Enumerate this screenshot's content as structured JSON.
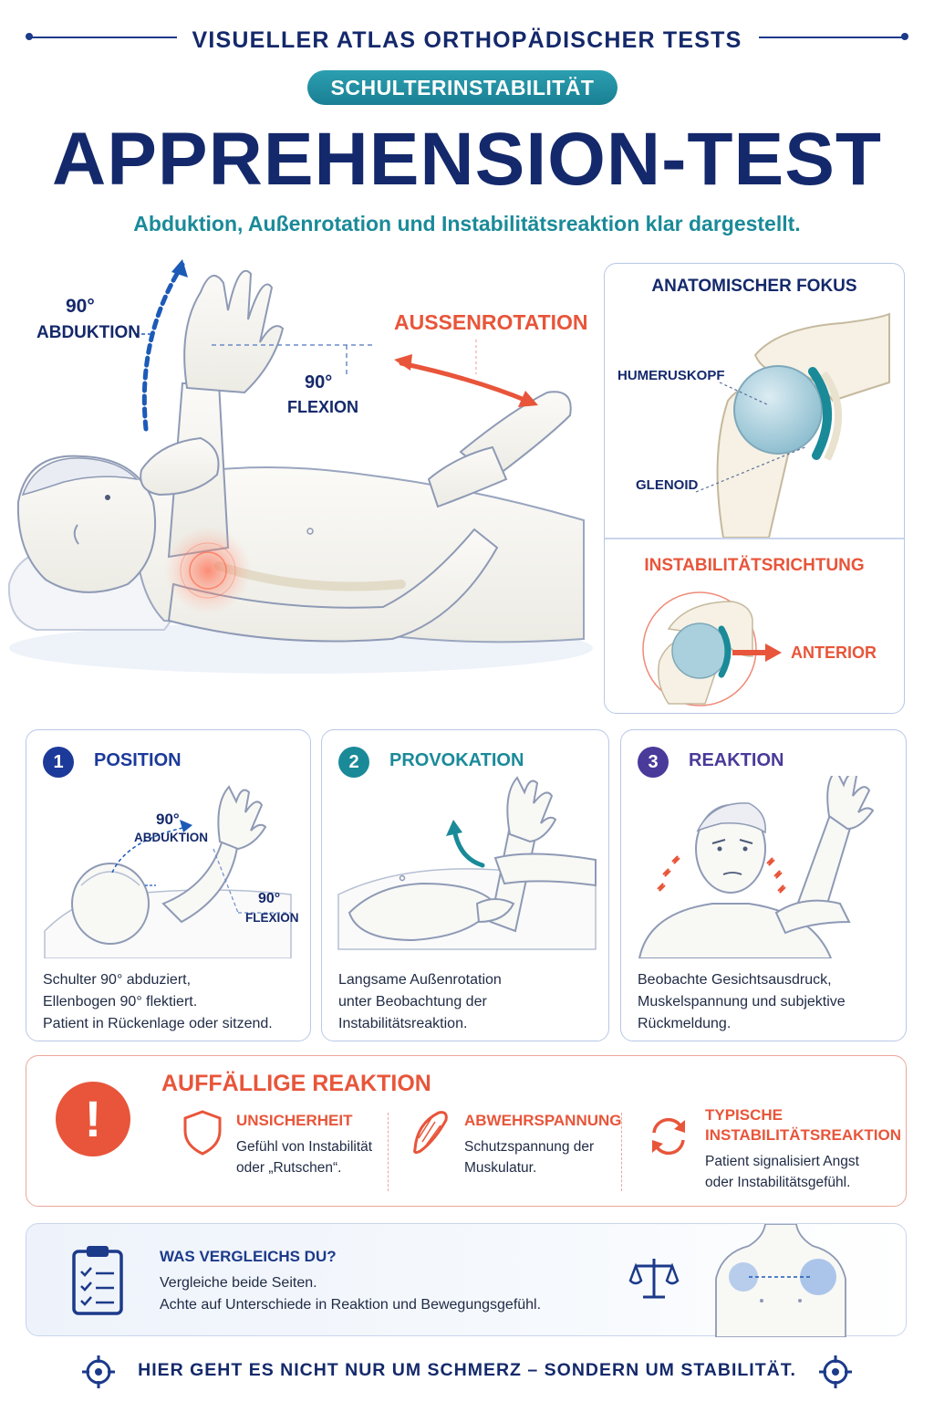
{
  "header": {
    "atlas_title": "VISUELLER ATLAS ORTHOPÄDISCHER TESTS",
    "category": "SCHULTERINSTABILITÄT",
    "title": "APPREHENSION-TEST",
    "subtitle": "Abduktion, Außenrotation und Instabilitätsreaktion klar dargestellt."
  },
  "hero": {
    "abduction_value": "90°",
    "abduction_label": "ABDUKTION",
    "flexion_value": "90°",
    "flexion_label": "FLEXION",
    "rotation_label": "AUSSENROTATION"
  },
  "anatomy": {
    "title": "ANATOMISCHER FOKUS",
    "humeral_head": "HUMERUSKOPF",
    "glenoid": "GLENOID",
    "direction_title": "INSTABILITÄTSRICHTUNG",
    "direction": "ANTERIOR"
  },
  "steps": [
    {
      "number": "1",
      "title": "POSITION",
      "abduction_value": "90°",
      "abduction_label": "ABDUKTION",
      "flexion_value": "90°",
      "flexion_label": "FLEXION",
      "lines": [
        "Schulter 90° abduziert,",
        "Ellenbogen 90° flektiert.",
        "Patient in Rückenlage oder sitzend."
      ],
      "color": "#1c3a9a"
    },
    {
      "number": "2",
      "title": "PROVOKATION",
      "lines": [
        "Langsame Außenrotation",
        "unter Beobachtung der",
        "Instabilitätsreaktion."
      ],
      "color": "#1a8a99"
    },
    {
      "number": "3",
      "title": "REAKTION",
      "lines": [
        "Beobachte Gesichtsausdruck,",
        "Muskelspannung und subjektive",
        "Rückmeldung."
      ],
      "color": "#4a3a9a"
    }
  ],
  "alert": {
    "title": "AUFFÄLLIGE REAKTION",
    "icon": "!",
    "items": [
      {
        "title": "UNSICHERHEIT",
        "lines": [
          "Gefühl von Instabilität",
          "oder „Rutschen“."
        ]
      },
      {
        "title": "ABWEHRSPANNUNG",
        "lines": [
          "Schutzspannung der",
          "Muskulatur."
        ]
      },
      {
        "title_lines": [
          "TYPISCHE",
          "INSTABILITÄTSREAKTION"
        ],
        "lines": [
          "Patient signalisiert Angst",
          "oder Instabilitätsgefühl."
        ]
      }
    ]
  },
  "compare": {
    "title": "WAS VERGLEICHS DU?",
    "line1": "Vergleiche beide Seiten.",
    "line2": "Achte auf Unterschiede in Reaktion und Bewegungsgefühl."
  },
  "footer": {
    "text": "HIER GEHT ES NICHT NUR UM SCHMERZ – SONDERN UM STABILITÄT."
  },
  "colors": {
    "navy": "#14296b",
    "teal": "#1a8a99",
    "accent_red": "#e8553a",
    "blue": "#1c5ab8"
  }
}
